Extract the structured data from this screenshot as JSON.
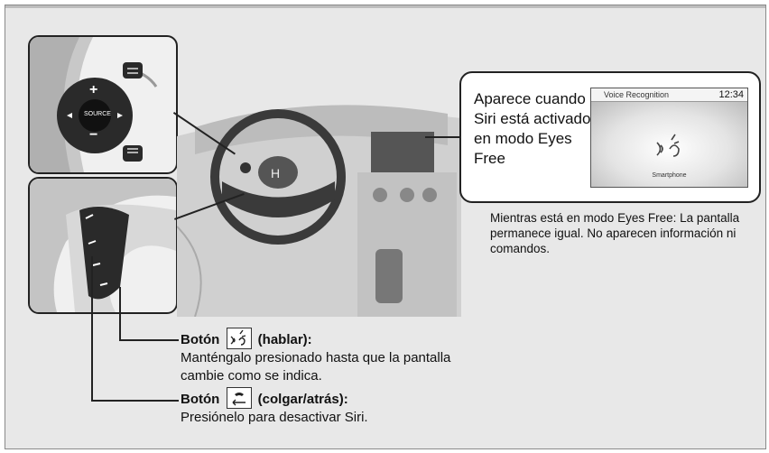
{
  "callout": {
    "text": "Aparece cuando Siri está activado en modo Eyes Free",
    "screen_title": "Voice Recognition",
    "screen_time": "12:34",
    "screen_label": "Smartphone"
  },
  "note": "Mientras está en modo Eyes Free: La pantalla permanece igual. No aparecen información ni comandos.",
  "steering_control": {
    "source_label": "SOURCE",
    "plus_label": "+",
    "minus_label": "−"
  },
  "talk_button": {
    "label_prefix": "Botón",
    "label_suffix": "(hablar):",
    "description": "Manténgalo presionado hasta que la pantalla cambie como se indica.",
    "icon": "voice-talk-icon"
  },
  "hangup_button": {
    "label_prefix": "Botón",
    "label_suffix": "(colgar/atrás):",
    "description": "Presiónelo para desactivar Siri.",
    "icon": "hang-up-back-icon"
  },
  "colors": {
    "background": "#e8e8e8",
    "border": "#222222",
    "panel": "#ffffff"
  }
}
